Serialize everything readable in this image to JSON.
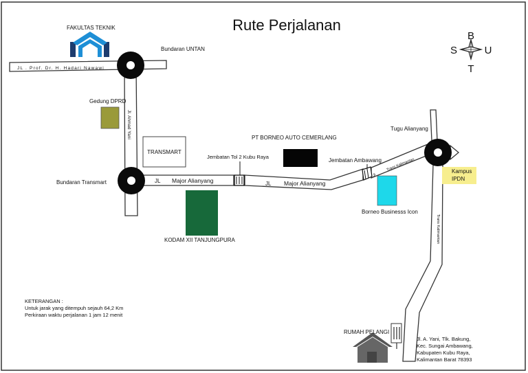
{
  "title": "Rute Perjalanan",
  "compass": {
    "north": "B",
    "south": "T",
    "west": "S",
    "east": "U"
  },
  "places": {
    "fakultas_teknik": "FAKULTAS TEKNIK",
    "bundaran_untan": "Bundaran UNTAN",
    "gedung_dprd": "Gedung DPRD",
    "transmart": "TRANSMART",
    "bundaran_transmart": "Bundaran Transmart",
    "jembatan_tol": "Jembatan Tol 2 Kubu Raya",
    "pt_borneo": "PT BORNEO AUTO  CEMERLANG",
    "jembatan_ambawang": "Jembatan Ambawang",
    "tugu_alianyang": "Tugu Alianyang",
    "kampus_ipdn_1": "Kampus",
    "kampus_ipdn_2": "IPDN",
    "borneo_business_icon": "Borneo Businesss Icon",
    "kodam": "KODAM XII TANJUNGPURA",
    "rumah_pelangi": "RUMAH PELANGI"
  },
  "roads": {
    "hadari_nawawi": "JL . Prof. Dr. H. Hadari Nawawi",
    "ahmad_yani": "Jl. Ahmad Yani",
    "jl_1": "JL",
    "major_alianyang_1": "Major Alianyang",
    "jl_2": "JL",
    "major_alianyang_2": "Major Alianyang",
    "jl_3": "Jl",
    "trans_kalimantan_1": "Trans Kalimantan",
    "trans_kalimantan_2": "Trans Kalimantan"
  },
  "legend": {
    "heading": "KETERANGAN :",
    "line1": "Untuk jarak yang ditempuh sejauh 64,2 Km",
    "line2": "Perkiraan waktu perjalanan 1 jam 12 menit"
  },
  "address": {
    "line1": "Jl. A. Yani, Tlk. Bakung,",
    "line2": "Kec. Sungai Ambawang,",
    "line3": "Kabupaten Kubu Raya,",
    "line4": "Kalimantan Barat 78393"
  },
  "colors": {
    "fakultas_icon": "#1e8fd6",
    "fakultas_pillar": "#1d3c6e",
    "gedung_dprd": "#9a9a3a",
    "kodam": "#17693a",
    "pt_borneo": "#050505",
    "borneo_business": "#1ed8ea",
    "ipdn": "#f7ee8e",
    "roundabout": "#0a0a0a"
  }
}
